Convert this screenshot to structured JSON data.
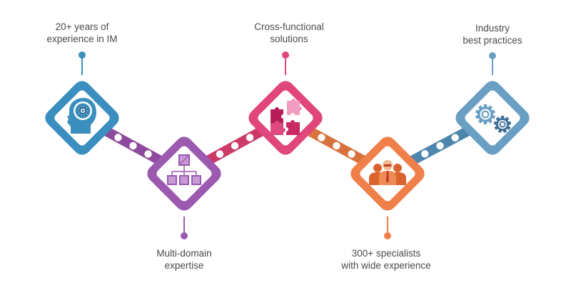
{
  "diagram": {
    "steps": [
      {
        "id": "experience",
        "lines": [
          "20+ years of",
          "experience in IM"
        ],
        "color": "#3b8fbf",
        "icon": "head-gear-icon",
        "label_position": "top"
      },
      {
        "id": "multi-domain",
        "lines": [
          "Multi-domain",
          "expertise"
        ],
        "color": "#9b59b0",
        "icon": "hierarchy-icon",
        "label_position": "bottom"
      },
      {
        "id": "cross-functional",
        "lines": [
          "Cross-functional",
          "solutions"
        ],
        "color": "#e0457b",
        "icon": "puzzle-icon",
        "label_position": "top"
      },
      {
        "id": "specialists",
        "lines": [
          "300+ specialists",
          "with wide experience"
        ],
        "color": "#f07f4a",
        "icon": "team-icon",
        "label_position": "bottom"
      },
      {
        "id": "best-practices",
        "lines": [
          "Industry",
          "best practices"
        ],
        "color": "#6a9fc4",
        "icon": "gears-icon",
        "label_position": "top"
      }
    ],
    "connectors": [
      {
        "from": "experience",
        "to": "multi-domain",
        "color": "#8e4a9e"
      },
      {
        "from": "multi-domain",
        "to": "cross-functional",
        "color": "#cc3a66"
      },
      {
        "from": "cross-functional",
        "to": "specialists",
        "color": "#d9733e"
      },
      {
        "from": "specialists",
        "to": "best-practices",
        "color": "#4d86ad"
      }
    ]
  }
}
